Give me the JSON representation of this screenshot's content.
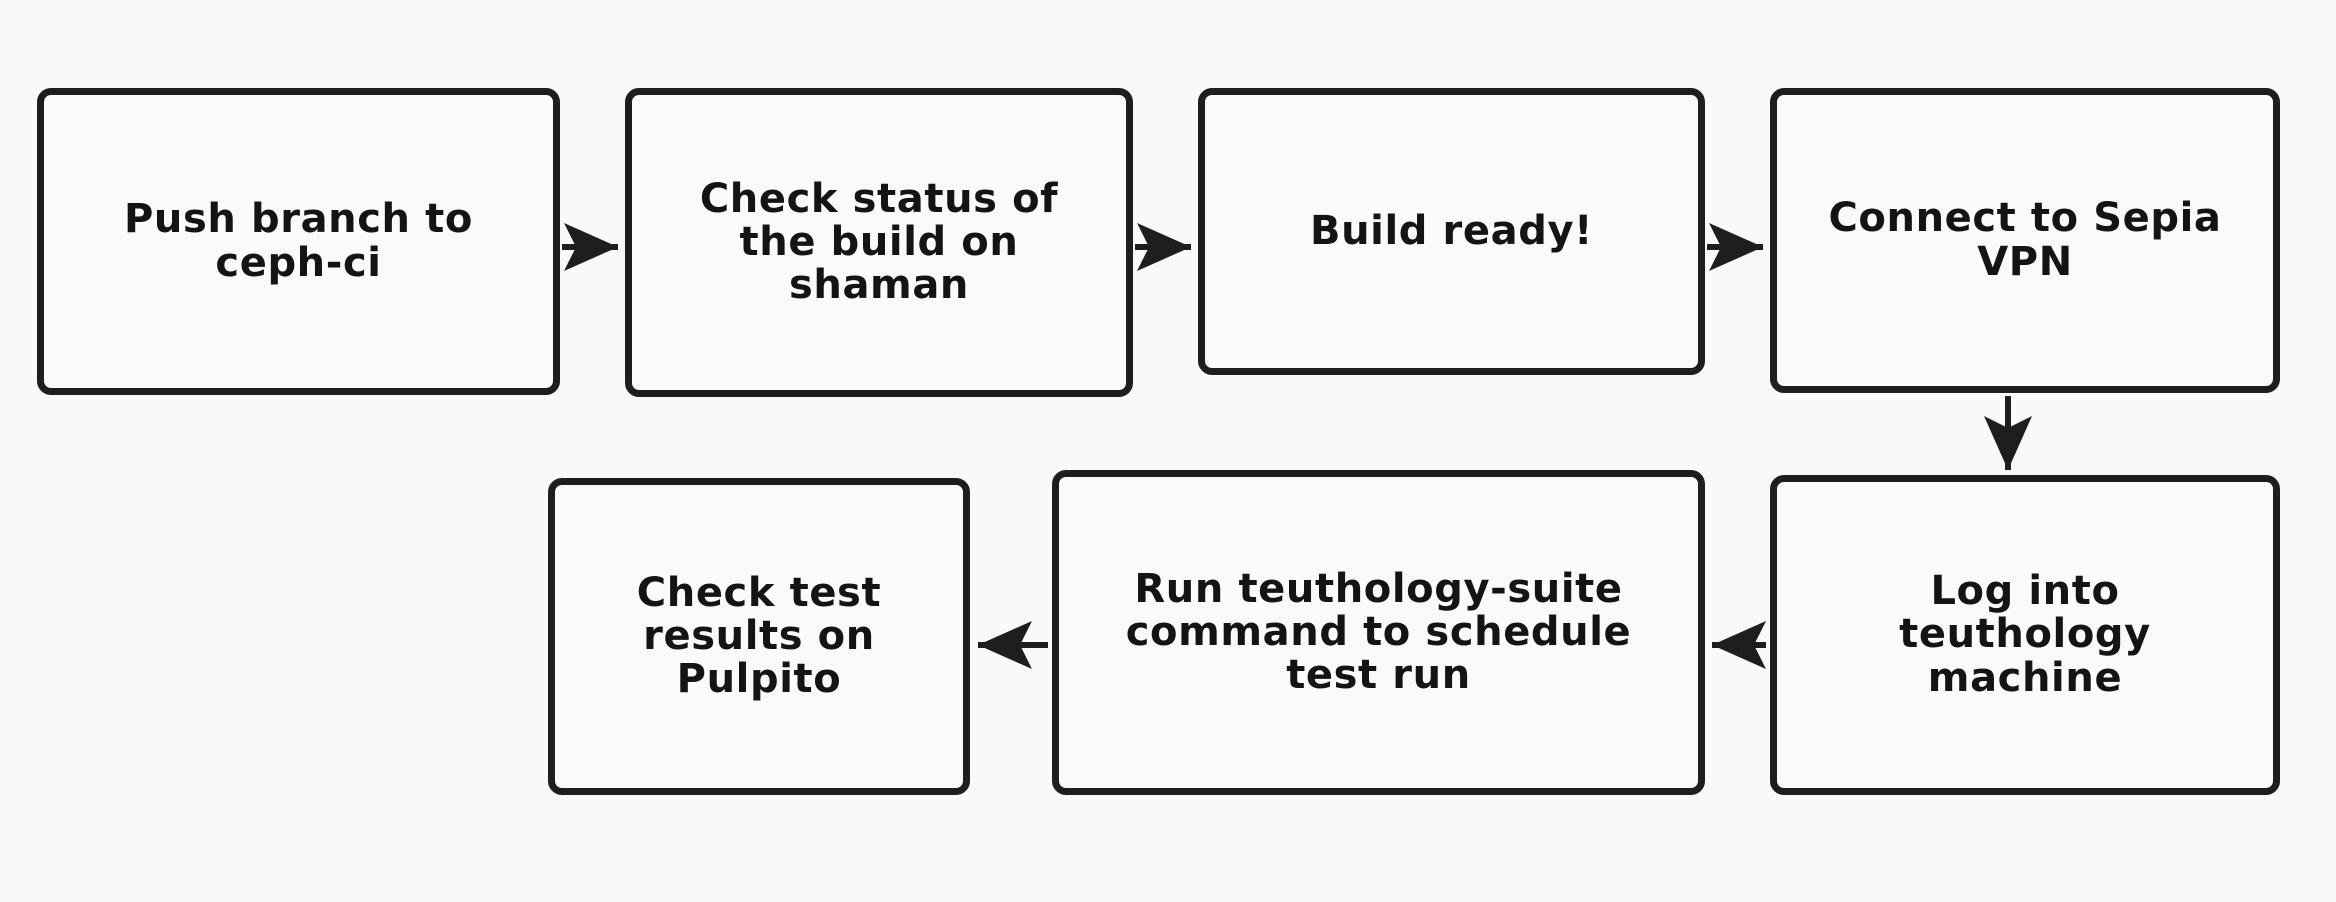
{
  "diagram": {
    "title": "Ceph teuthology test workflow flowchart",
    "background_color": "#f8f9fb",
    "node_fill_color": "#f9fafb",
    "stroke_color": "#1e1e1e",
    "text_color": "#141414",
    "nodes": [
      {
        "id": "n1",
        "label": "Push branch to\nceph-ci"
      },
      {
        "id": "n2",
        "label": "Check status of\nthe build on\nshaman"
      },
      {
        "id": "n3",
        "label": "Build ready!"
      },
      {
        "id": "n4",
        "label": "Connect to Sepia\nVPN"
      },
      {
        "id": "n5",
        "label": "Check test\nresults on\nPulpito"
      },
      {
        "id": "n6",
        "label": "Run teuthology-suite\ncommand to schedule\ntest run"
      },
      {
        "id": "n7",
        "label": "Log into\nteuthology\nmachine"
      }
    ],
    "edges": [
      {
        "from": "n1",
        "to": "n2",
        "direction": "right"
      },
      {
        "from": "n2",
        "to": "n3",
        "direction": "right"
      },
      {
        "from": "n3",
        "to": "n4",
        "direction": "right"
      },
      {
        "from": "n4",
        "to": "n7",
        "direction": "down"
      },
      {
        "from": "n7",
        "to": "n6",
        "direction": "left"
      },
      {
        "from": "n6",
        "to": "n5",
        "direction": "left"
      }
    ]
  }
}
